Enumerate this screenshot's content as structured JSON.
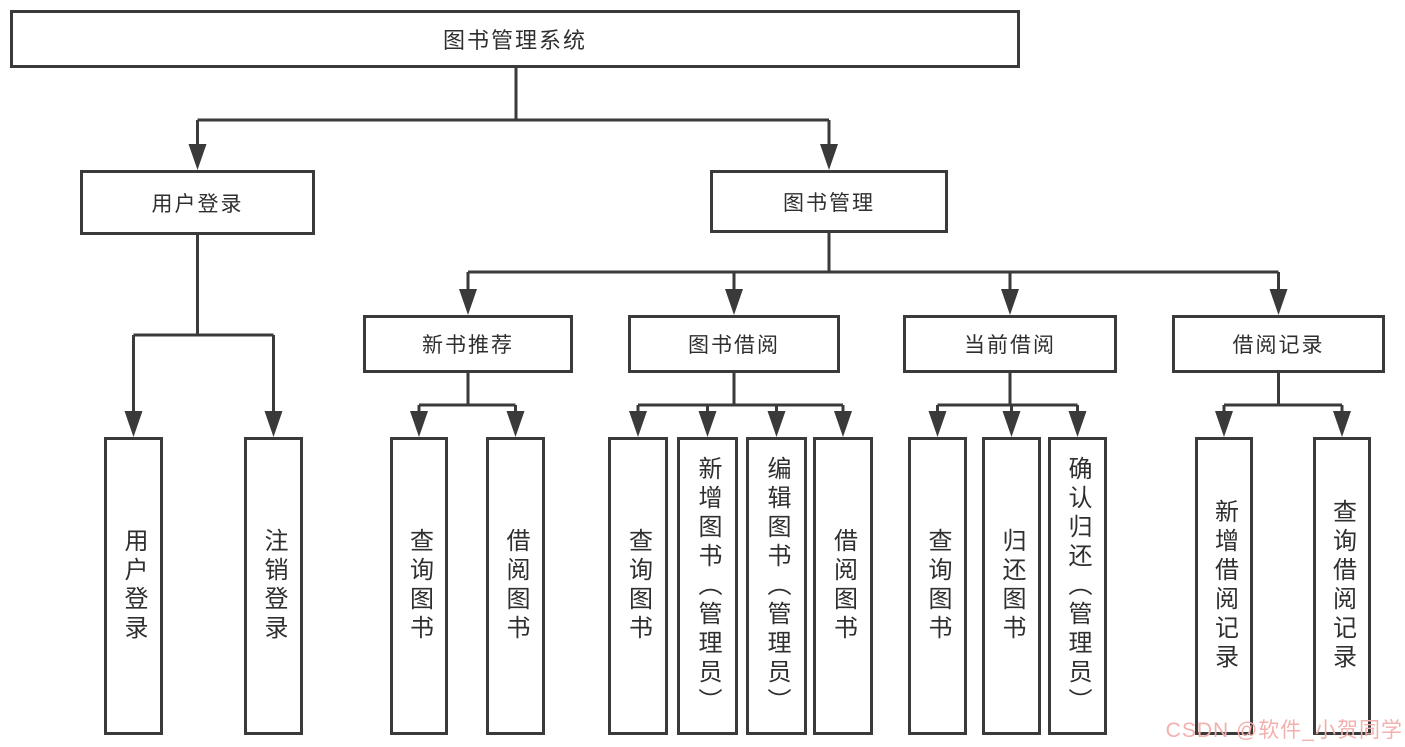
{
  "colors": {
    "line": "#3a3a3a",
    "box_border": "#3a3a3a",
    "text": "#2f2f2f",
    "background": "#ffffff",
    "watermark": "#f2b0ae"
  },
  "tree": {
    "label": "图书管理系统",
    "children": [
      {
        "label": "用户登录",
        "children": [
          {
            "label": "用户登录"
          },
          {
            "label": "注销登录"
          }
        ]
      },
      {
        "label": "图书管理",
        "children": [
          {
            "label": "新书推荐",
            "children": [
              {
                "label": "查询图书"
              },
              {
                "label": "借阅图书"
              }
            ]
          },
          {
            "label": "图书借阅",
            "children": [
              {
                "label": "查询图书"
              },
              {
                "label": "新增图书（管理员）"
              },
              {
                "label": "编辑图书（管理员）"
              },
              {
                "label": "借阅图书"
              }
            ]
          },
          {
            "label": "当前借阅",
            "children": [
              {
                "label": "查询图书"
              },
              {
                "label": "归还图书"
              },
              {
                "label": "确认归还（管理员）"
              }
            ]
          },
          {
            "label": "借阅记录",
            "children": [
              {
                "label": "新增借阅记录"
              },
              {
                "label": "查询借阅记录"
              }
            ]
          }
        ]
      }
    ]
  },
  "watermark": {
    "text": "CSDN @软件_小贺同学"
  }
}
